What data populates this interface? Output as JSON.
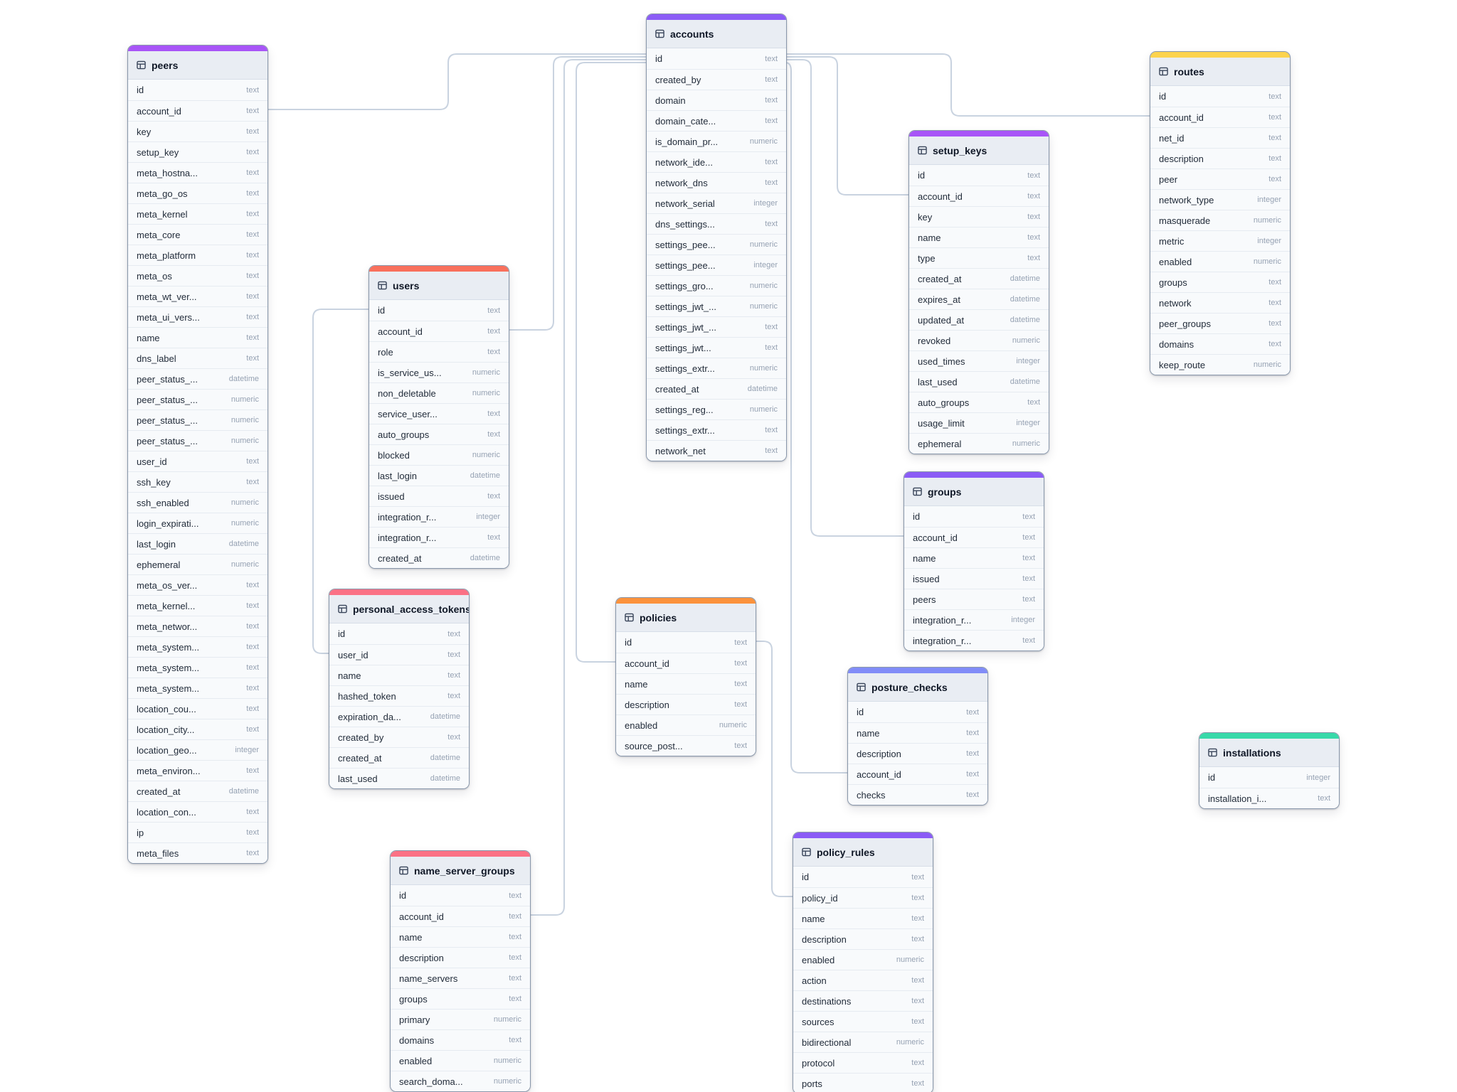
{
  "diagram": {
    "connector_color": "#c9d3e0",
    "tables": [
      {
        "name": "peers",
        "accent_color": "#a855f7",
        "fields": [
          {
            "name": "id",
            "type": "text"
          },
          {
            "name": "account_id",
            "type": "text"
          },
          {
            "name": "key",
            "type": "text"
          },
          {
            "name": "setup_key",
            "type": "text"
          },
          {
            "name": "meta_hostna...",
            "type": "text"
          },
          {
            "name": "meta_go_os",
            "type": "text"
          },
          {
            "name": "meta_kernel",
            "type": "text"
          },
          {
            "name": "meta_core",
            "type": "text"
          },
          {
            "name": "meta_platform",
            "type": "text"
          },
          {
            "name": "meta_os",
            "type": "text"
          },
          {
            "name": "meta_wt_ver...",
            "type": "text"
          },
          {
            "name": "meta_ui_vers...",
            "type": "text"
          },
          {
            "name": "name",
            "type": "text"
          },
          {
            "name": "dns_label",
            "type": "text"
          },
          {
            "name": "peer_status_...",
            "type": "datetime"
          },
          {
            "name": "peer_status_...",
            "type": "numeric"
          },
          {
            "name": "peer_status_...",
            "type": "numeric"
          },
          {
            "name": "peer_status_...",
            "type": "numeric"
          },
          {
            "name": "user_id",
            "type": "text"
          },
          {
            "name": "ssh_key",
            "type": "text"
          },
          {
            "name": "ssh_enabled",
            "type": "numeric"
          },
          {
            "name": "login_expirati...",
            "type": "numeric"
          },
          {
            "name": "last_login",
            "type": "datetime"
          },
          {
            "name": "ephemeral",
            "type": "numeric"
          },
          {
            "name": "meta_os_ver...",
            "type": "text"
          },
          {
            "name": "meta_kernel...",
            "type": "text"
          },
          {
            "name": "meta_networ...",
            "type": "text"
          },
          {
            "name": "meta_system...",
            "type": "text"
          },
          {
            "name": "meta_system...",
            "type": "text"
          },
          {
            "name": "meta_system...",
            "type": "text"
          },
          {
            "name": "location_cou...",
            "type": "text"
          },
          {
            "name": "location_city...",
            "type": "text"
          },
          {
            "name": "location_geo...",
            "type": "integer"
          },
          {
            "name": "meta_environ...",
            "type": "text"
          },
          {
            "name": "created_at",
            "type": "datetime"
          },
          {
            "name": "location_con...",
            "type": "text"
          },
          {
            "name": "ip",
            "type": "text"
          },
          {
            "name": "meta_files",
            "type": "text"
          }
        ]
      },
      {
        "name": "accounts",
        "accent_color": "#8b5cf6",
        "fields": [
          {
            "name": "id",
            "type": "text"
          },
          {
            "name": "created_by",
            "type": "text"
          },
          {
            "name": "domain",
            "type": "text"
          },
          {
            "name": "domain_cate...",
            "type": "text"
          },
          {
            "name": "is_domain_pr...",
            "type": "numeric"
          },
          {
            "name": "network_ide...",
            "type": "text"
          },
          {
            "name": "network_dns",
            "type": "text"
          },
          {
            "name": "network_serial",
            "type": "integer"
          },
          {
            "name": "dns_settings...",
            "type": "text"
          },
          {
            "name": "settings_pee...",
            "type": "numeric"
          },
          {
            "name": "settings_pee...",
            "type": "integer"
          },
          {
            "name": "settings_gro...",
            "type": "numeric"
          },
          {
            "name": "settings_jwt_...",
            "type": "numeric"
          },
          {
            "name": "settings_jwt_...",
            "type": "text"
          },
          {
            "name": "settings_jwt...",
            "type": "text"
          },
          {
            "name": "settings_extr...",
            "type": "numeric"
          },
          {
            "name": "created_at",
            "type": "datetime"
          },
          {
            "name": "settings_reg...",
            "type": "numeric"
          },
          {
            "name": "settings_extr...",
            "type": "text"
          },
          {
            "name": "network_net",
            "type": "text"
          }
        ]
      },
      {
        "name": "users",
        "accent_color": "#f9705c",
        "fields": [
          {
            "name": "id",
            "type": "text"
          },
          {
            "name": "account_id",
            "type": "text"
          },
          {
            "name": "role",
            "type": "text"
          },
          {
            "name": "is_service_us...",
            "type": "numeric"
          },
          {
            "name": "non_deletable",
            "type": "numeric"
          },
          {
            "name": "service_user...",
            "type": "text"
          },
          {
            "name": "auto_groups",
            "type": "text"
          },
          {
            "name": "blocked",
            "type": "numeric"
          },
          {
            "name": "last_login",
            "type": "datetime"
          },
          {
            "name": "issued",
            "type": "text"
          },
          {
            "name": "integration_r...",
            "type": "integer"
          },
          {
            "name": "integration_r...",
            "type": "text"
          },
          {
            "name": "created_at",
            "type": "datetime"
          }
        ]
      },
      {
        "name": "personal_access_tokens",
        "accent_color": "#fb7185",
        "fields": [
          {
            "name": "id",
            "type": "text"
          },
          {
            "name": "user_id",
            "type": "text"
          },
          {
            "name": "name",
            "type": "text"
          },
          {
            "name": "hashed_token",
            "type": "text"
          },
          {
            "name": "expiration_da...",
            "type": "datetime"
          },
          {
            "name": "created_by",
            "type": "text"
          },
          {
            "name": "created_at",
            "type": "datetime"
          },
          {
            "name": "last_used",
            "type": "datetime"
          }
        ]
      },
      {
        "name": "setup_keys",
        "accent_color": "#a855f7",
        "fields": [
          {
            "name": "id",
            "type": "text"
          },
          {
            "name": "account_id",
            "type": "text"
          },
          {
            "name": "key",
            "type": "text"
          },
          {
            "name": "name",
            "type": "text"
          },
          {
            "name": "type",
            "type": "text"
          },
          {
            "name": "created_at",
            "type": "datetime"
          },
          {
            "name": "expires_at",
            "type": "datetime"
          },
          {
            "name": "updated_at",
            "type": "datetime"
          },
          {
            "name": "revoked",
            "type": "numeric"
          },
          {
            "name": "used_times",
            "type": "integer"
          },
          {
            "name": "last_used",
            "type": "datetime"
          },
          {
            "name": "auto_groups",
            "type": "text"
          },
          {
            "name": "usage_limit",
            "type": "integer"
          },
          {
            "name": "ephemeral",
            "type": "numeric"
          }
        ]
      },
      {
        "name": "routes",
        "accent_color": "#fcd34d",
        "fields": [
          {
            "name": "id",
            "type": "text"
          },
          {
            "name": "account_id",
            "type": "text"
          },
          {
            "name": "net_id",
            "type": "text"
          },
          {
            "name": "description",
            "type": "text"
          },
          {
            "name": "peer",
            "type": "text"
          },
          {
            "name": "network_type",
            "type": "integer"
          },
          {
            "name": "masquerade",
            "type": "numeric"
          },
          {
            "name": "metric",
            "type": "integer"
          },
          {
            "name": "enabled",
            "type": "numeric"
          },
          {
            "name": "groups",
            "type": "text"
          },
          {
            "name": "network",
            "type": "text"
          },
          {
            "name": "peer_groups",
            "type": "text"
          },
          {
            "name": "domains",
            "type": "text"
          },
          {
            "name": "keep_route",
            "type": "numeric"
          }
        ]
      },
      {
        "name": "groups",
        "accent_color": "#8b5cf6",
        "fields": [
          {
            "name": "id",
            "type": "text"
          },
          {
            "name": "account_id",
            "type": "text"
          },
          {
            "name": "name",
            "type": "text"
          },
          {
            "name": "issued",
            "type": "text"
          },
          {
            "name": "peers",
            "type": "text"
          },
          {
            "name": "integration_r...",
            "type": "integer"
          },
          {
            "name": "integration_r...",
            "type": "text"
          }
        ]
      },
      {
        "name": "policies",
        "accent_color": "#fb923c",
        "fields": [
          {
            "name": "id",
            "type": "text"
          },
          {
            "name": "account_id",
            "type": "text"
          },
          {
            "name": "name",
            "type": "text"
          },
          {
            "name": "description",
            "type": "text"
          },
          {
            "name": "enabled",
            "type": "numeric"
          },
          {
            "name": "source_post...",
            "type": "text"
          }
        ]
      },
      {
        "name": "posture_checks",
        "accent_color": "#818cf8",
        "fields": [
          {
            "name": "id",
            "type": "text"
          },
          {
            "name": "name",
            "type": "text"
          },
          {
            "name": "description",
            "type": "text"
          },
          {
            "name": "account_id",
            "type": "text"
          },
          {
            "name": "checks",
            "type": "text"
          }
        ]
      },
      {
        "name": "name_server_groups",
        "accent_color": "#fb7185",
        "fields": [
          {
            "name": "id",
            "type": "text"
          },
          {
            "name": "account_id",
            "type": "text"
          },
          {
            "name": "name",
            "type": "text"
          },
          {
            "name": "description",
            "type": "text"
          },
          {
            "name": "name_servers",
            "type": "text"
          },
          {
            "name": "groups",
            "type": "text"
          },
          {
            "name": "primary",
            "type": "numeric"
          },
          {
            "name": "domains",
            "type": "text"
          },
          {
            "name": "enabled",
            "type": "numeric"
          },
          {
            "name": "search_doma...",
            "type": "numeric"
          }
        ]
      },
      {
        "name": "policy_rules",
        "accent_color": "#8b5cf6",
        "fields": [
          {
            "name": "id",
            "type": "text"
          },
          {
            "name": "policy_id",
            "type": "text"
          },
          {
            "name": "name",
            "type": "text"
          },
          {
            "name": "description",
            "type": "text"
          },
          {
            "name": "enabled",
            "type": "numeric"
          },
          {
            "name": "action",
            "type": "text"
          },
          {
            "name": "destinations",
            "type": "text"
          },
          {
            "name": "sources",
            "type": "text"
          },
          {
            "name": "bidirectional",
            "type": "numeric"
          },
          {
            "name": "protocol",
            "type": "text"
          },
          {
            "name": "ports",
            "type": "text"
          }
        ]
      },
      {
        "name": "installations",
        "accent_color": "#37d9a9",
        "fields": [
          {
            "name": "id",
            "type": "integer"
          },
          {
            "name": "installation_i...",
            "type": "text"
          }
        ]
      }
    ],
    "relationships": [
      {
        "from": "peers.account_id",
        "to": "accounts.id"
      },
      {
        "from": "users.account_id",
        "to": "accounts.id"
      },
      {
        "from": "name_server_groups.account_id",
        "to": "accounts.id"
      },
      {
        "from": "policies.account_id",
        "to": "accounts.id"
      },
      {
        "from": "routes.account_id",
        "to": "accounts.id"
      },
      {
        "from": "setup_keys.account_id",
        "to": "accounts.id"
      },
      {
        "from": "groups.account_id",
        "to": "accounts.id"
      },
      {
        "from": "posture_checks.account_id",
        "to": "accounts.id"
      },
      {
        "from": "personal_access_tokens.user_id",
        "to": "users.id"
      },
      {
        "from": "policy_rules.policy_id",
        "to": "policies.id"
      }
    ]
  }
}
